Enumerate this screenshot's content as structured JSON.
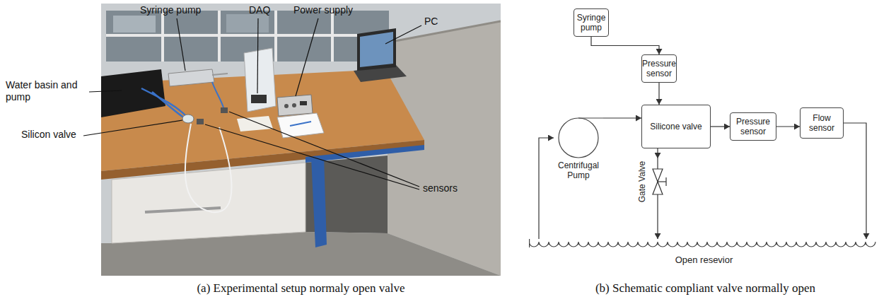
{
  "diagram": {
    "nodes": [
      {
        "text": [
          "Syringe pump"
        ]
      },
      {
        "text": [
          "Pressure sensor"
        ]
      },
      {
        "text": [
          "Silicone valve"
        ]
      },
      {
        "text": [
          "Pressure sensor"
        ]
      },
      {
        "text": [
          "Flow sensor"
        ]
      },
      {
        "text": [
          "Centrifugal Pump"
        ]
      },
      {
        "text": [
          "Gate Valve"
        ]
      },
      {
        "text": [
          "Open resevior"
        ]
      }
    ],
    "edges": [
      {
        "from": 0,
        "to": 1,
        "arrow": "to"
      },
      {
        "from": 1,
        "to": 2,
        "arrow": "to"
      },
      {
        "from": 5,
        "to": 2,
        "arrow": "to"
      },
      {
        "from": 2,
        "to": 3,
        "arrow": "to"
      },
      {
        "from": 3,
        "to": 4,
        "arrow": "to"
      },
      {
        "from": 4,
        "to": 7,
        "arrow": "to"
      },
      {
        "from": 2,
        "to": 6,
        "arrow": "to"
      },
      {
        "from": 6,
        "to": 7,
        "arrow": "to"
      },
      {
        "from": 7,
        "to": 5,
        "arrow": "to"
      }
    ],
    "labels": [
      "Syringe pump",
      "DAQ",
      "Power supply",
      "PC",
      "Water basin and pump",
      "Silicon valve",
      "sensors",
      "(a) Experimental setup normaly open valve",
      "(b) Schematic compliant valve normally open"
    ]
  }
}
